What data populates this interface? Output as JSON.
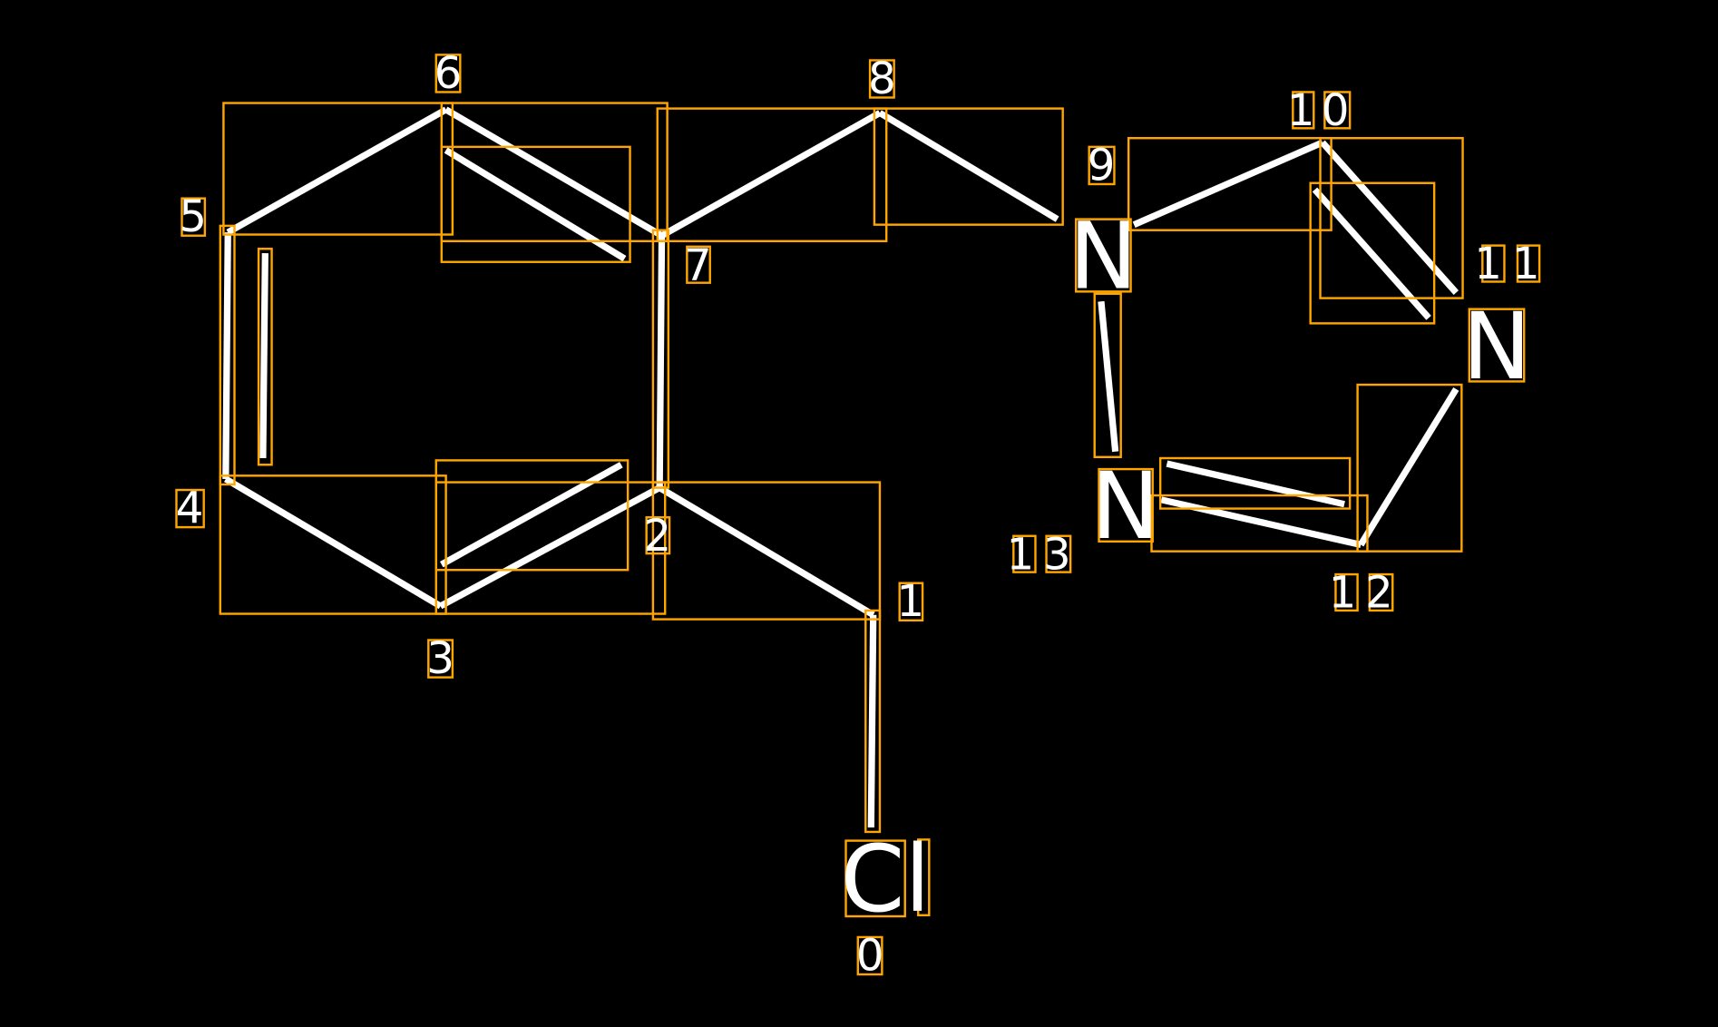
{
  "diagram": {
    "type": "molecule-structure-annotated",
    "colors": {
      "background": "#000000",
      "bond": "#ffffff",
      "box": "#FFA500"
    },
    "atoms": [
      {
        "index_label": "0",
        "symbol": "Cl"
      },
      {
        "index_label": "1",
        "symbol": "C"
      },
      {
        "index_label": "2",
        "symbol": "C"
      },
      {
        "index_label": "3",
        "symbol": "C"
      },
      {
        "index_label": "4",
        "symbol": "C"
      },
      {
        "index_label": "5",
        "symbol": "C"
      },
      {
        "index_label": "6",
        "symbol": "C"
      },
      {
        "index_label": "7",
        "symbol": "C"
      },
      {
        "index_label": "8",
        "symbol": "C"
      },
      {
        "index_label": "9",
        "symbol": "N"
      },
      {
        "index_label": "10",
        "symbol": "C"
      },
      {
        "index_label": "11",
        "symbol": "N"
      },
      {
        "index_label": "12",
        "symbol": "C"
      },
      {
        "index_label": "13",
        "symbol": "N"
      }
    ],
    "bonds": [
      {
        "from": 0,
        "to": 1,
        "order": 1
      },
      {
        "from": 1,
        "to": 2,
        "order": 1
      },
      {
        "from": 2,
        "to": 3,
        "order": 2
      },
      {
        "from": 3,
        "to": 4,
        "order": 1
      },
      {
        "from": 4,
        "to": 5,
        "order": 2
      },
      {
        "from": 5,
        "to": 6,
        "order": 1
      },
      {
        "from": 6,
        "to": 7,
        "order": 2
      },
      {
        "from": 7,
        "to": 2,
        "order": 1
      },
      {
        "from": 7,
        "to": 8,
        "order": 1
      },
      {
        "from": 8,
        "to": 9,
        "order": 1
      },
      {
        "from": 9,
        "to": 10,
        "order": 1
      },
      {
        "from": 10,
        "to": 11,
        "order": 2
      },
      {
        "from": 11,
        "to": 12,
        "order": 1
      },
      {
        "from": 12,
        "to": 13,
        "order": 2
      },
      {
        "from": 13,
        "to": 9,
        "order": 1
      }
    ]
  }
}
